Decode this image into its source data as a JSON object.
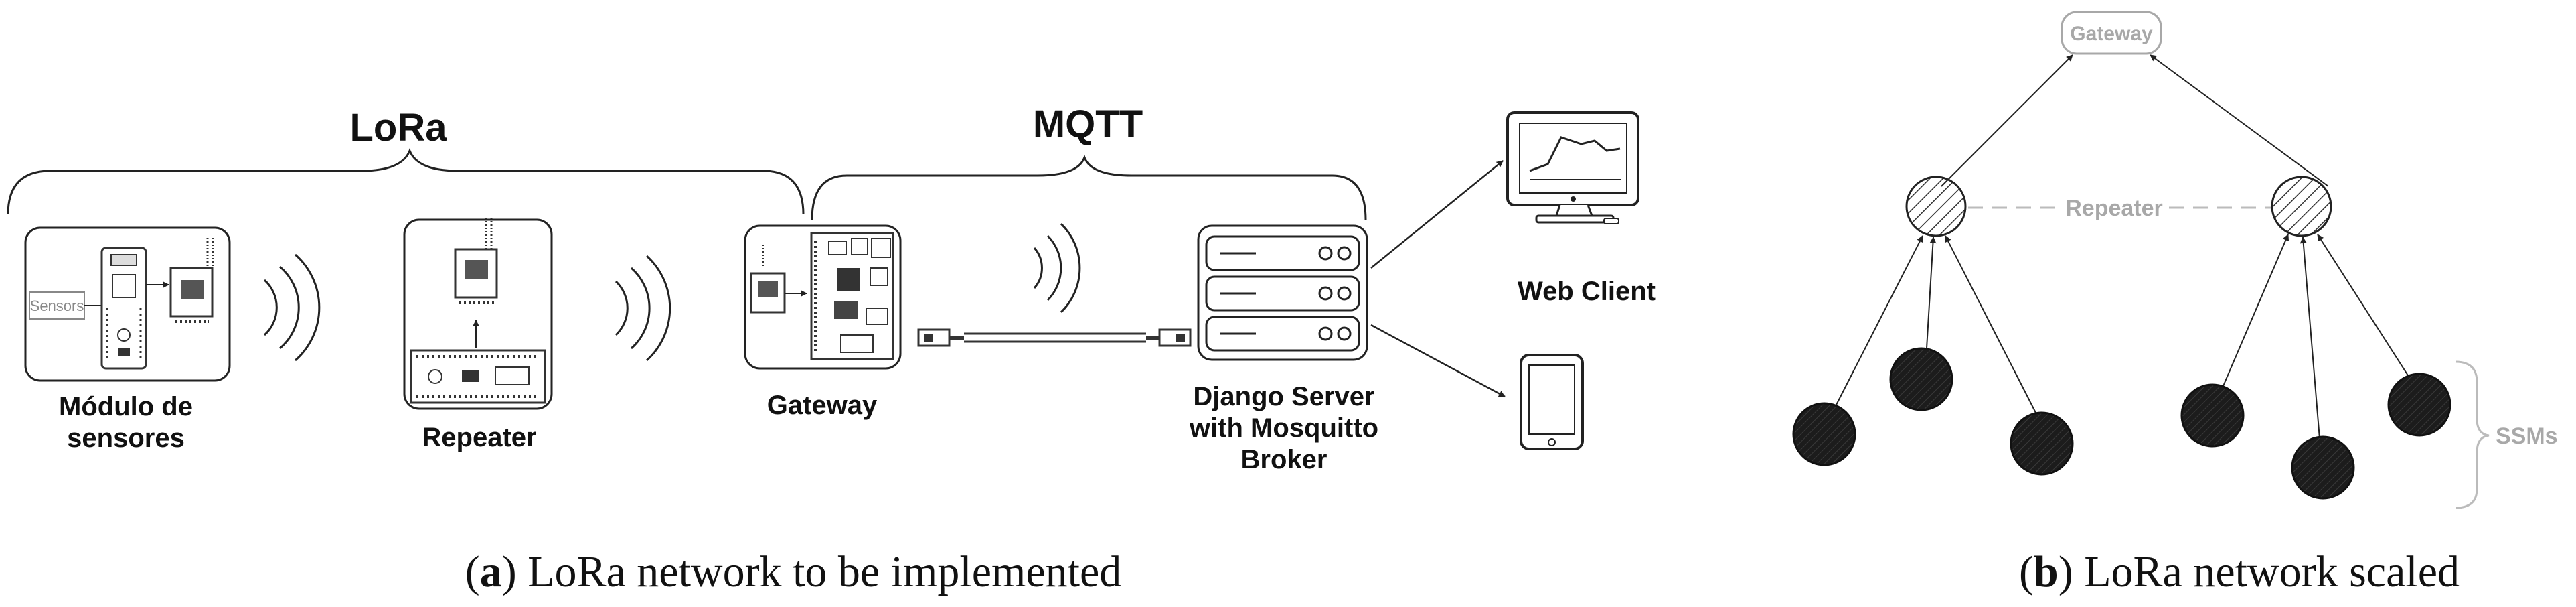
{
  "panel_a": {
    "brace_lora_label": "LoRa",
    "brace_mqtt_label": "MQTT",
    "sensor_module": {
      "inner_label": "Sensors",
      "caption_line1": "Módulo de",
      "caption_line2": "sensores"
    },
    "repeater": {
      "caption": "Repeater"
    },
    "gateway": {
      "caption": "Gateway"
    },
    "server": {
      "caption_line1": "Django Server",
      "caption_line2": "with Mosquitto",
      "caption_line3": "Broker"
    },
    "web_client": {
      "caption": "Web Client"
    },
    "caption": {
      "open": "(",
      "letter": "a",
      "close": ")",
      "text": " LoRa network to be implemented"
    }
  },
  "panel_b": {
    "gateway_label": "Gateway",
    "repeater_label": "Repeater",
    "ssms_label": "SSMs",
    "caption": {
      "open": "(",
      "letter": "b",
      "close": ")",
      "text": " LoRa network scaled"
    }
  },
  "colors": {
    "stroke": "#222222",
    "grey_label": "#a8a8a8",
    "node_fill": "#1c1c1c"
  }
}
